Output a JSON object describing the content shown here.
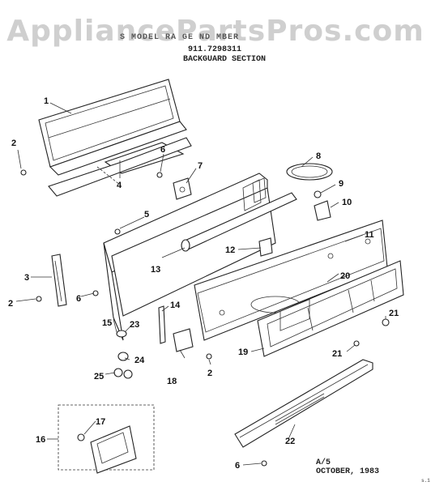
{
  "watermark": "AppliancePartsPros.com",
  "header": {
    "line1": "S MODEL RA GE ND MBER",
    "model_number": "911.7298311",
    "section_title": "BACKGUARD SECTION"
  },
  "footer": {
    "revision": "A/5",
    "date": "OCTOBER, 1983",
    "page_mark": "s.1"
  },
  "callouts": [
    "1",
    "2",
    "3",
    "2",
    "4",
    "5",
    "6",
    "6",
    "7",
    "8",
    "9",
    "10",
    "11",
    "12",
    "13",
    "14",
    "15",
    "16",
    "17",
    "18",
    "19",
    "2",
    "20",
    "21",
    "21",
    "22",
    "23",
    "24",
    "25",
    "6"
  ]
}
